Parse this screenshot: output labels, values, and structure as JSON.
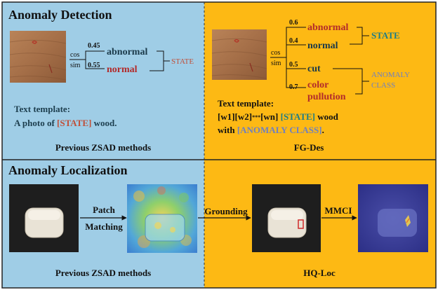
{
  "top_section": {
    "left": {
      "title": "Anomaly Detection",
      "similarity_label_line1": "cos",
      "similarity_label_line2": "sim",
      "branches": [
        {
          "score": "0.45",
          "label": "abnormal"
        },
        {
          "score": "0.55",
          "label": "normal"
        }
      ],
      "group_label": "STATE",
      "template_heading": "Text template:",
      "template_prefix": "A photo of ",
      "template_highlight": "[STATE]",
      "template_suffix": " wood.",
      "caption": "Previous ZSAD methods"
    },
    "right": {
      "similarity_label_line1": "cos",
      "similarity_label_line2": "sim",
      "branches": [
        {
          "score": "0.6",
          "label": "abnormal"
        },
        {
          "score": "0.4",
          "label": "normal"
        },
        {
          "score": "0.5",
          "label": "cut"
        },
        {
          "score": "0.7",
          "label_line1": "color",
          "label_line2": "pullution"
        }
      ],
      "state_label": "STATE",
      "anomaly_class_line1": "ANOMALY",
      "anomaly_class_line2": "CLASS",
      "template_heading": "Text template:",
      "template_line2_prefix": "[w1][w2]",
      "template_line2_dots": "***",
      "template_line2_words": "[wn]",
      "template_line2_state": " [STATE]",
      "template_line2_suffix": " wood",
      "template_line3_prefix": "with ",
      "template_line3_class": "[ANOMALY CLASS]",
      "template_line3_suffix": ".",
      "caption": "FG-Des"
    }
  },
  "bottom_section": {
    "left": {
      "title": "Anomaly Localization",
      "arrow_label_line1": "Patch",
      "arrow_label_line2": "Matching",
      "caption": "Previous ZSAD methods"
    },
    "middle_arrow_label": "Grounding",
    "right": {
      "arrow_label": "MMCI",
      "caption": "HQ-Loc"
    }
  },
  "colors": {
    "blue_panel": "#9fcde6",
    "orange_panel": "#fdb914",
    "red_text": "#b22b2b",
    "state_orange": "#c0503a",
    "state_teal": "#1d7d86",
    "slate_blue": "#6f80c0",
    "dark_text": "#111111"
  }
}
